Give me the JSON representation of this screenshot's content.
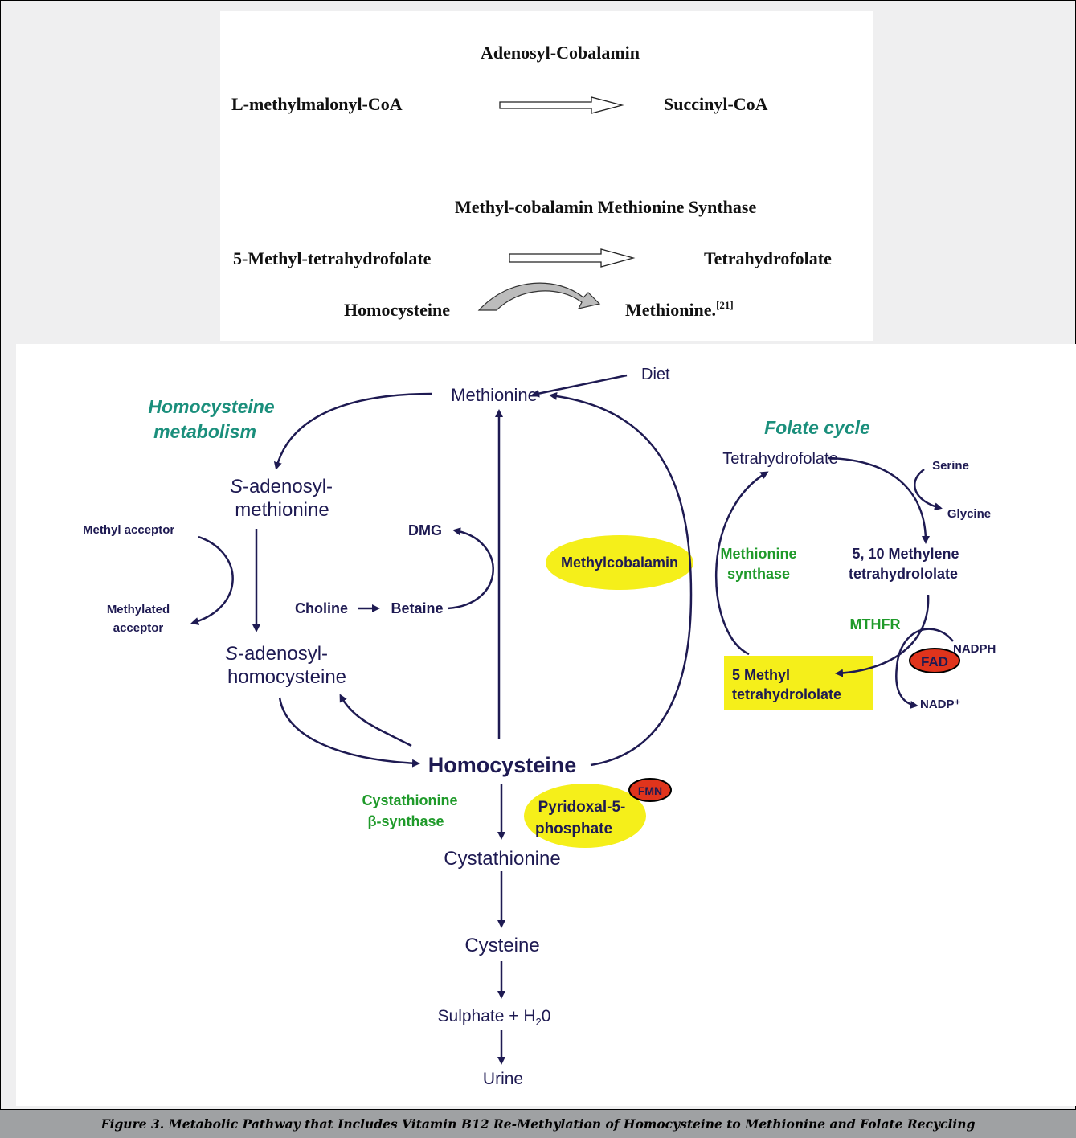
{
  "top_reactions": {
    "reaction1": {
      "cofactor": "Adenosyl-Cobalamin",
      "substrate": "L-methylmalonyl-CoA",
      "product": "Succinyl-CoA"
    },
    "reaction2": {
      "cofactor": "Methyl-cobalamin Methionine Synthase",
      "substrate": "5-Methyl-tetrahydrofolate",
      "product": "Tetrahydrofolate",
      "coupled_substrate": "Homocysteine",
      "coupled_product": "Methionine.",
      "citation": "[21]"
    }
  },
  "diagram": {
    "section_titles": {
      "homocysteine_metabolism_line1": "Homocysteine",
      "homocysteine_metabolism_line2": "metabolism",
      "folate_cycle": "Folate cycle"
    },
    "nodes": {
      "diet": "Diet",
      "methionine": "Methionine",
      "sam_prefix": "S",
      "sam_line1_rest": "-adenosyl-",
      "sam_line2": "methionine",
      "sah_prefix": "S",
      "sah_line1_rest": "-adenosyl-",
      "sah_line2": "homocysteine",
      "methyl_acceptor": "Methyl acceptor",
      "methylated_acceptor_line1": "Methylated",
      "methylated_acceptor_line2": "acceptor",
      "dmg": "DMG",
      "choline": "Choline",
      "betaine": "Betaine",
      "homocysteine": "Homocysteine",
      "cystathionine": "Cystathionine",
      "cysteine": "Cysteine",
      "sulphate_pre": "Sulphate + H",
      "sulphate_sub": "2",
      "sulphate_post": "0",
      "urine": "Urine",
      "tetrahydrofolate": "Tetrahydrofolate",
      "serine": "Serine",
      "glycine": "Glycine",
      "methylene_thf_line1": "5, 10 Methylene",
      "methylene_thf_line2": "tetrahydrololate",
      "methyl_thf_line1": "5 Methyl",
      "methyl_thf_line2": "tetrahydrololate",
      "nadph": "NADPH",
      "nadp": "NADP⁺"
    },
    "enzymes": {
      "cbs_line1": "Cystathionine",
      "cbs_line2": "β-synthase",
      "ms_line1": "Methionine",
      "ms_line2": "synthase",
      "mthfr": "MTHFR"
    },
    "cofactors": {
      "methylcobalamin": "Methylcobalamin",
      "plp_line1": "Pyridoxal-5-",
      "plp_line2": "phosphate",
      "fmn": "FMN",
      "fad": "FAD"
    },
    "colors": {
      "node_text": "#1e1a52",
      "enzyme_text": "#1f9a2a",
      "title_text": "#1b8f7c",
      "cofactor_highlight": "#f5ef1a",
      "flavin_badge": "#e0341c"
    }
  },
  "caption": "Figure 3. Metabolic Pathway that Includes Vitamin B12 Re-Methylation of Homocysteine to Methionine and Folate Recycling"
}
